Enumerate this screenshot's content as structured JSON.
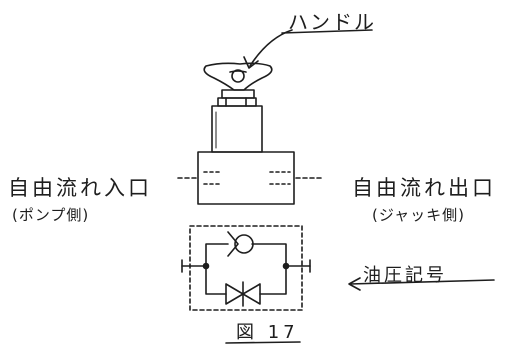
{
  "labels": {
    "handle": "ハンドル",
    "inlet": "自由流れ入口",
    "inlet_sub": "(ポンプ側)",
    "outlet": "自由流れ出口",
    "outlet_sub": "(ジャッキ側)",
    "hydraulic_symbol": "油圧記号",
    "figure": "図 17"
  },
  "colors": {
    "ink": "#1e1e1e",
    "paper": "#ffffff"
  },
  "icons": [
    "handle-knob-icon",
    "check-valve-icon",
    "throttle-valve-icon"
  ]
}
